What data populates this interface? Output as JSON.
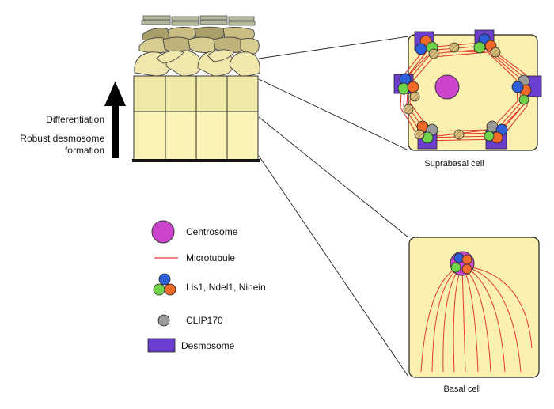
{
  "labels": {
    "differentiation": "Differentiation",
    "robust_line1": "Robust desmosome",
    "robust_line2": "formation",
    "suprabasal_cell": "Suprabasal cell",
    "basal_cell": "Basal cell"
  },
  "legend": {
    "centrosome": "Centrosome",
    "microtubule": "Microtubule",
    "complex": "Lis1, Ndel1, Ninein",
    "clip170": "CLIP170",
    "desmosome": "Desmosome"
  },
  "colors": {
    "cell_fill": "#fbf0b0",
    "centrosome": "#cc44cc",
    "microtubule": "#e03c2c",
    "lis1": "#2f5fd8",
    "ndel1": "#6fd34a",
    "ninein": "#f26a2a",
    "clip170": "#9a9a9a",
    "desmosome": "#6a3fd0"
  }
}
